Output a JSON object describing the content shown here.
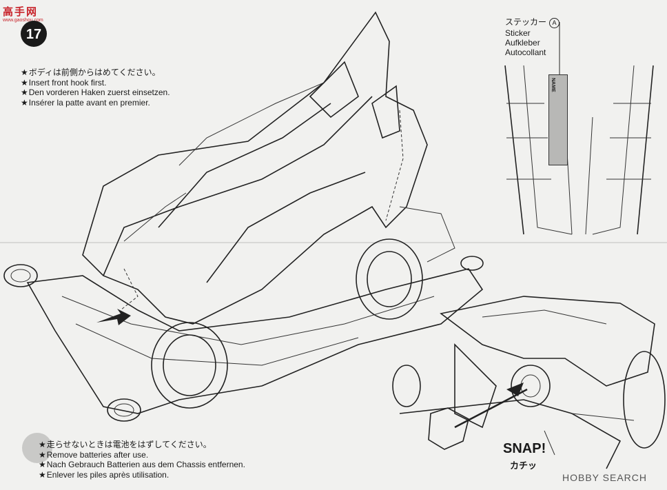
{
  "logo": {
    "text": "高手网",
    "url": "www.gaoshou.com"
  },
  "step_number": "17",
  "body_note": [
    "ボディは前側からはめてください。",
    "Insert front hook first.",
    "Den vorderen Haken zuerst einsetzen.",
    "Insérer la patte avant en premier."
  ],
  "sticker": {
    "jp": "ステッカー",
    "code": "A",
    "lines": [
      "Sticker",
      "Aufkleber",
      "Autocollant"
    ],
    "strip_text": "NAME"
  },
  "battery_note": [
    "走らせないときは電池をはずしてください。",
    "Remove batteries after use.",
    "Nach Gebrauch Batterien aus dem Chassis entfernen.",
    "Enlever les piles après utilisation."
  ],
  "snap": {
    "label": "SNAP!",
    "jp": "カチッ"
  },
  "watermark": "HOBBY SEARCH"
}
